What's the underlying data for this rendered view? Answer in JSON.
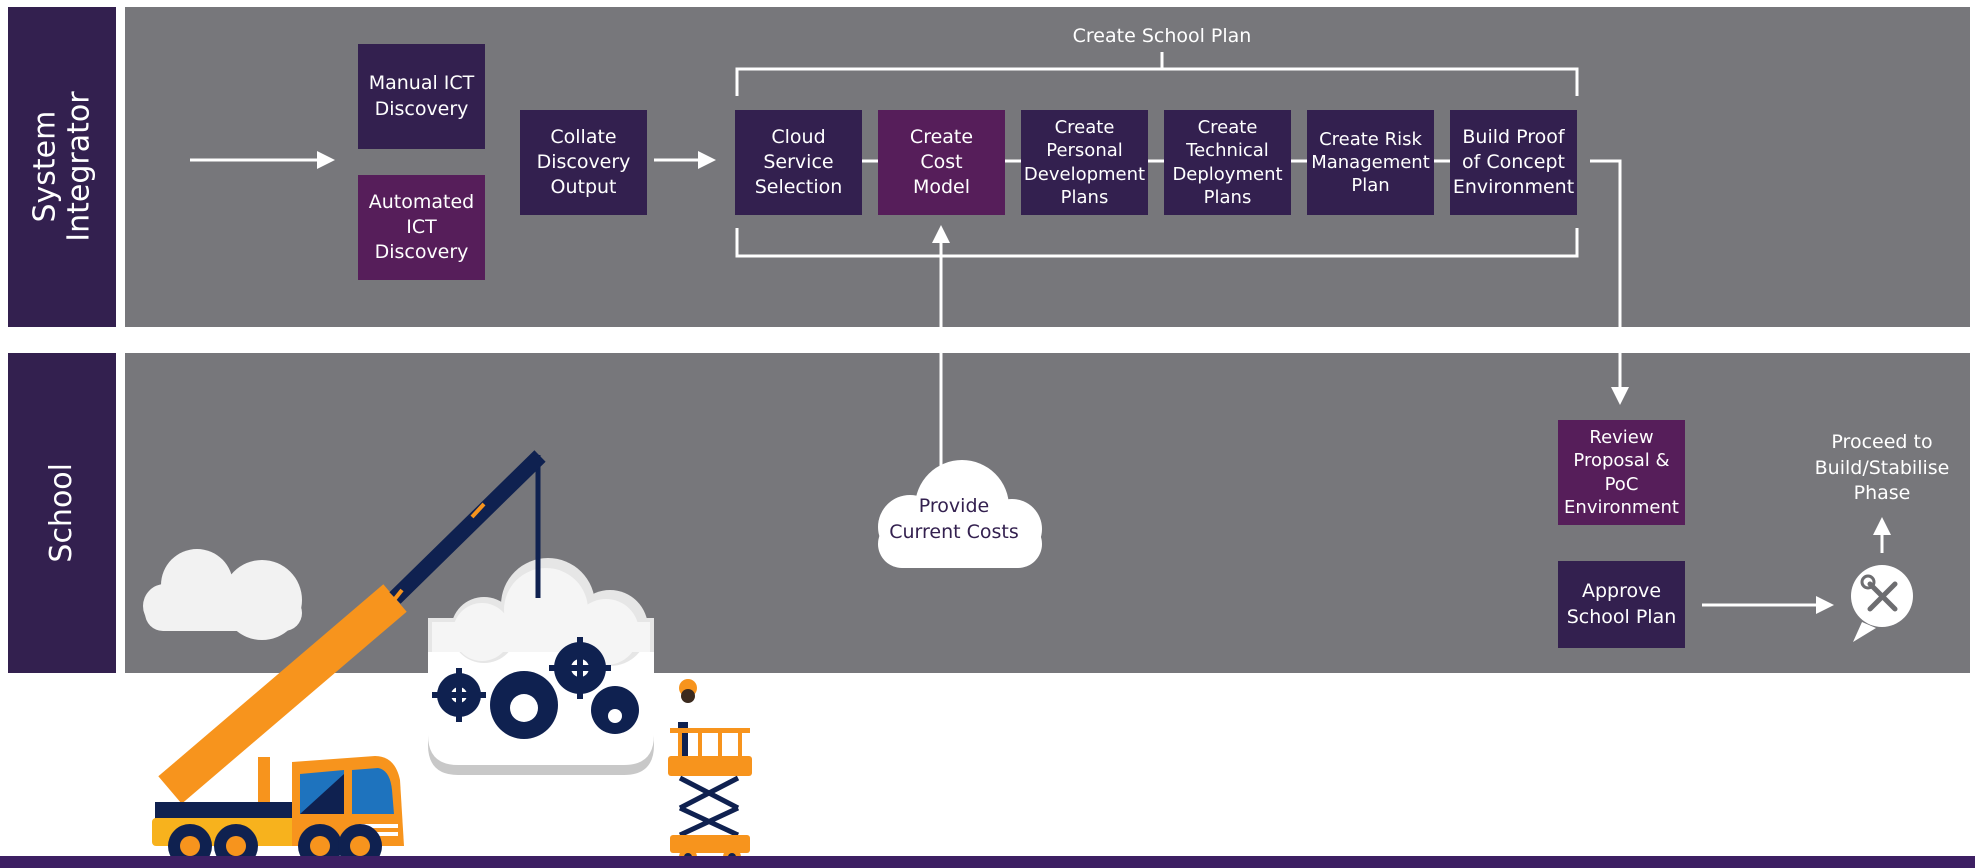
{
  "colors": {
    "lane_bg": "#77777b",
    "label_bg": "#33204f",
    "box_dark": "#33204f",
    "box_plum": "#561e5a",
    "bottom_bar": "#3d1f63",
    "crane_orange": "#f7941d",
    "navy": "#0f2150",
    "cloud": "#f2f2f2"
  },
  "lanes": {
    "system_integrator": "System\nIntegrator",
    "school": "School"
  },
  "plan_group_label": "Create School Plan",
  "boxes": {
    "manual_discovery": "Manual ICT\nDiscovery",
    "automated_discovery": "Automated\nICT\nDiscovery",
    "collate": "Collate\nDiscovery\nOutput",
    "cloud_service": "Cloud\nService\nSelection",
    "cost_model": "Create\nCost\nModel",
    "personal_dev": "Create\nPersonal\nDevelopment\nPlans",
    "technical_dep": "Create\nTechnical\nDeployment\nPlans",
    "risk_mgmt": "Create Risk\nManagement\nPlan",
    "poc_env": "Build Proof\nof Concept\nEnvironment",
    "review": "Review\nProposal &\nPoC\nEnvironment",
    "approve": "Approve\nSchool Plan"
  },
  "cloud_text": "Provide\nCurrent Costs",
  "proceed_text": "Proceed to\nBuild/Stabilise\nPhase",
  "icons": {
    "tools": "wrench-screwdriver",
    "illustration": "crane-gears-scissor-lift"
  }
}
